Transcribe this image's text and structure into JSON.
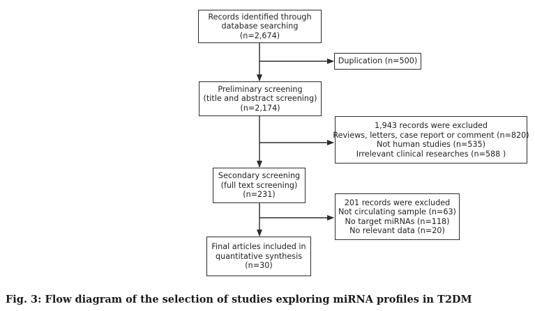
{
  "boxes": {
    "identified": {
      "lines": [
        "Records identified through",
        "database searching",
        "(n=2,674)"
      ]
    },
    "duplication": {
      "lines": [
        "Duplication (n=500)"
      ]
    },
    "preliminary": {
      "lines": [
        "Preliminary screening",
        "(title and abstract screening)",
        "(n=2,174)"
      ]
    },
    "excluded1": {
      "lines": [
        "1,943 records were excluded",
        "Reviews, letters, case report  or comment (n=820)",
        "Not human studies (n=535)",
        "Irrelevant clinical researches (n=588 )"
      ]
    },
    "secondary": {
      "lines": [
        "Secondary screening",
        "(full text screening)",
        "(n=231)"
      ]
    },
    "excluded2": {
      "lines": [
        "201 records were excluded",
        "Not circulating sample (n=63)",
        "No target miRNAs (n=118)",
        "No relevant data (n=20)"
      ]
    },
    "final": {
      "lines": [
        "Final articles included in",
        "quantitative synthesis",
        "(n=30)"
      ]
    }
  },
  "caption": "Fig. 3: Flow diagram of the selection of studies exploring miRNA profiles in T2DM"
}
